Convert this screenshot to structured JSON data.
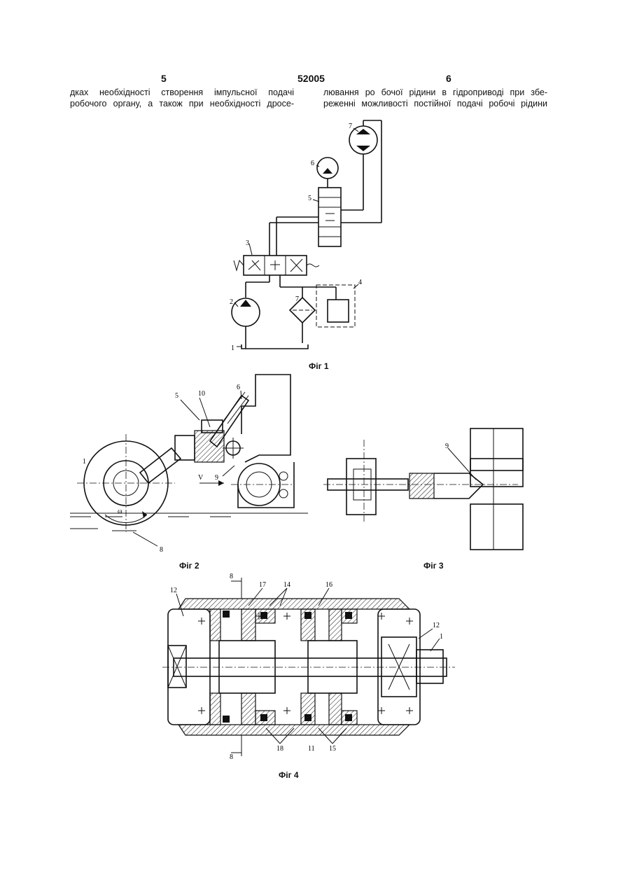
{
  "header": {
    "page_left": "5",
    "patent_number": "52005",
    "page_right": "6"
  },
  "text": {
    "left": [
      "дках необхідності створення імпульсної подачі",
      "робочого органу, а також при необхідності дросе-"
    ],
    "right": [
      "лювання ро бочої рідини в гідроприводі при збе-",
      "реженні можливості постійної подачі робочі рідини"
    ]
  },
  "captions": {
    "fig1": "Фіг 1",
    "fig2": "Фіг 2",
    "fig3": "Фіг 3",
    "fig4": "Фіг 4"
  },
  "fig1_labels": {
    "l1": "1",
    "l2": "2",
    "l3": "3",
    "l4": "4",
    "l5": "5",
    "l6": "6",
    "l7": "7",
    "l7b": "7"
  },
  "fig2_labels": {
    "l5": "5",
    "l10": "10",
    "l6": "6",
    "l1": "1",
    "l8": "8",
    "v": "V",
    "l9": "9",
    "lw": "ω"
  },
  "fig3_labels": {
    "l9": "9"
  },
  "fig4_labels": {
    "l8top": "8",
    "l17": "17",
    "l14": "14",
    "l16": "16",
    "l12a": "12",
    "l12b": "12",
    "l1": "1",
    "l18": "18",
    "l11": "11",
    "l15": "15",
    "l8bot": "8"
  }
}
